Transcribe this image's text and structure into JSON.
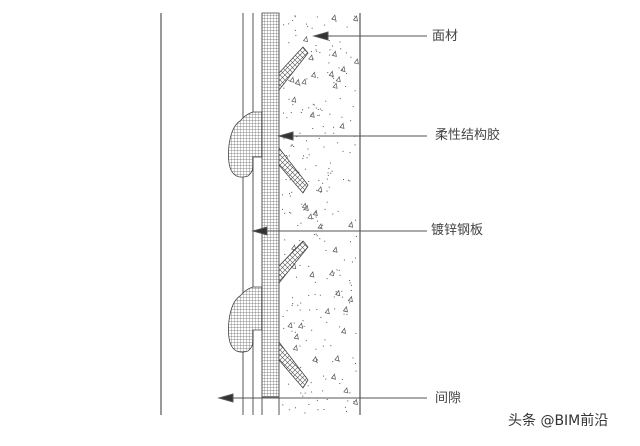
{
  "labels": {
    "facing": "面材",
    "flexible_adhesive": "柔性结构胶",
    "galvanized_steel": "镀锌钢板",
    "gap": "间隙"
  },
  "watermark": "头条 @BIM前沿",
  "colors": {
    "line": "#555555",
    "text": "#444444"
  }
}
